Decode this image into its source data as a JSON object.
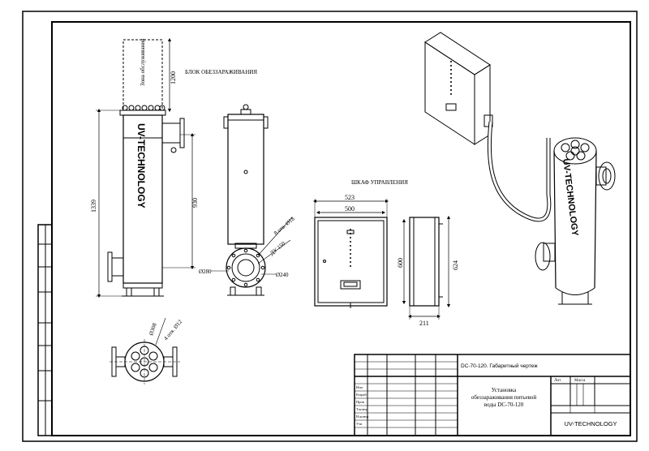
{
  "labels": {
    "block_title": "БЛОК ОБЕЗЗАРАЖИВАНИЯ",
    "cabinet_title": "ШКАФ УПРАВЛЕНИЯ",
    "service_zone": "Зона обслуживания",
    "brand_vertical": "UV-TECHNOLOGY"
  },
  "dims": {
    "total_height": "1339",
    "service_height": "1200",
    "inlet_height": "930",
    "holes_8": "8 отв. Ø18",
    "du_150": "ДУ 150",
    "d240": "Ø240",
    "d280": "Ø280",
    "d308": "Ø308",
    "holes_4": "4 отв. Ø12",
    "cab_width_outer": "523",
    "cab_width_inner": "500",
    "cab_height_inner": "600",
    "cab_height_outer": "624",
    "cab_depth": "211"
  },
  "title_block": {
    "doc_code": "DC-70-120. Габаритный чертеж",
    "product_line1": "Установка",
    "product_line2": "обеззараживания питьевой",
    "product_line3": "воды DC-70-120",
    "company": "UV-TECHNOLOGY",
    "lit": "Лит",
    "mass": "Масса",
    "rows": [
      "Изм",
      "Разраб",
      "Пров",
      "Т.контр",
      "Н.контр",
      "Утв"
    ]
  },
  "colors": {
    "ink": "#000000",
    "paper": "#ffffff"
  }
}
